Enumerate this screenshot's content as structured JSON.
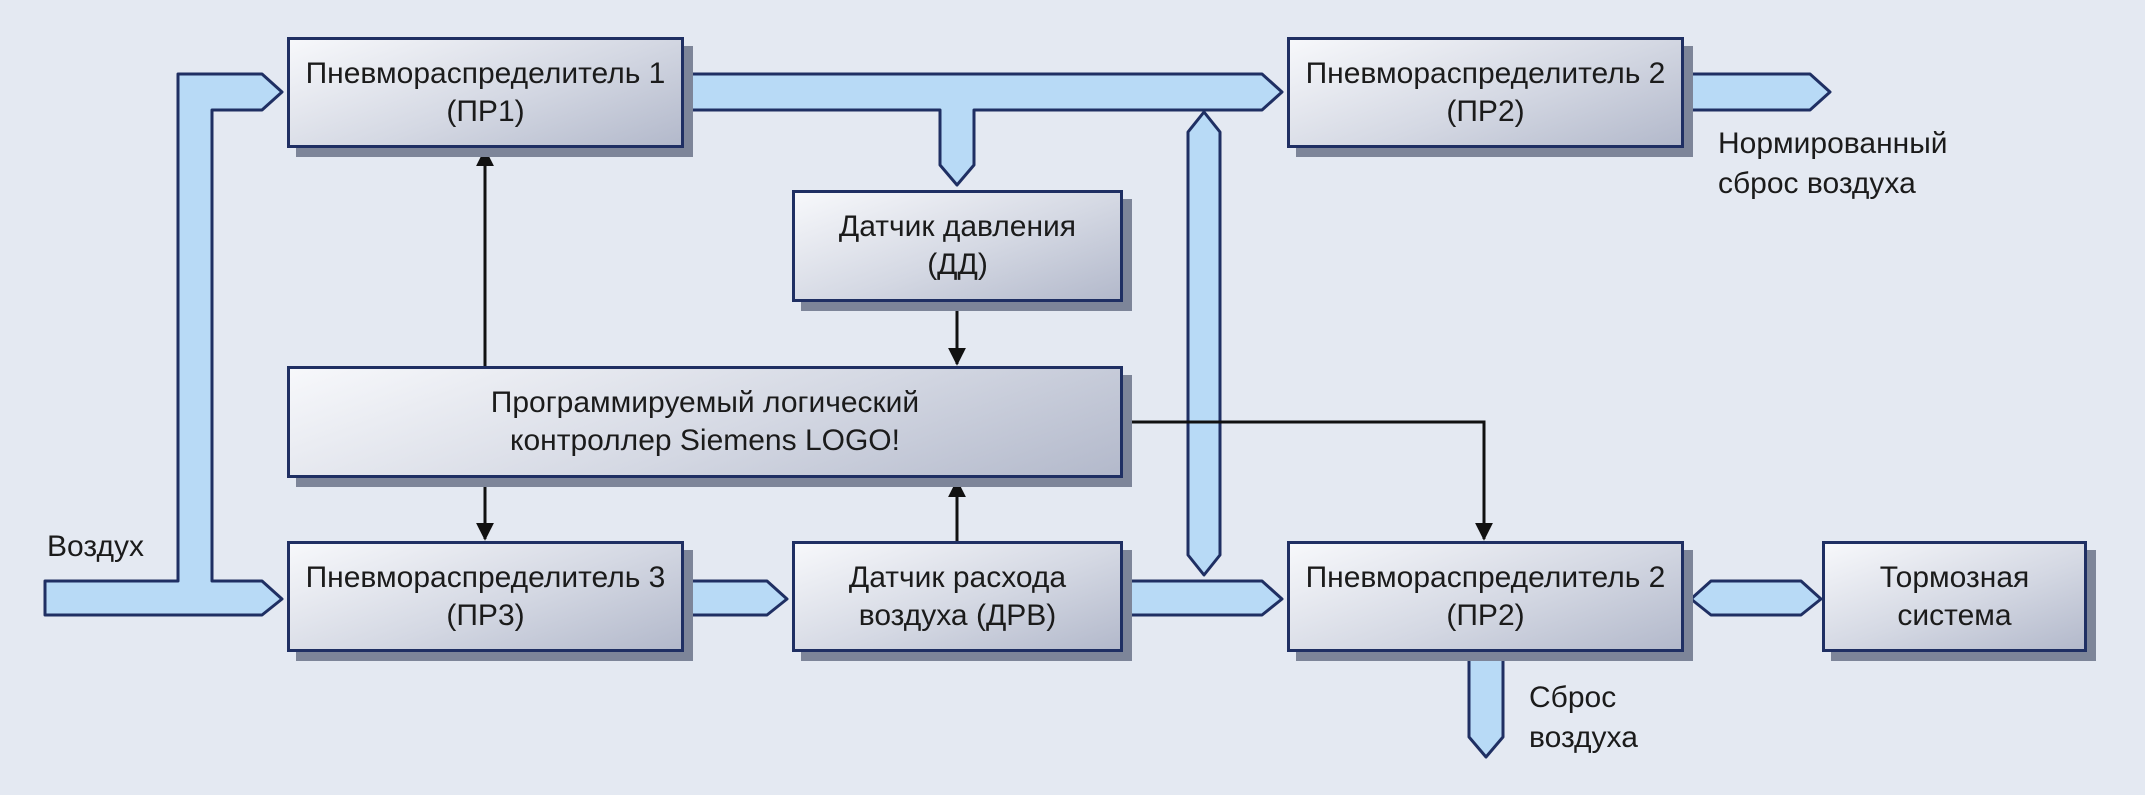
{
  "blocks": {
    "pr1": {
      "line1": "Пневмораспределитель 1",
      "line2": "(ПР1)"
    },
    "pr2_top": {
      "line1": "Пневмораспределитель 2",
      "line2": "(ПР2)"
    },
    "dd": {
      "line1": "Датчик давления",
      "line2": "(ДД)"
    },
    "plc": {
      "line1": "Программируемый логический",
      "line2": "контроллер Siemens LOGO!"
    },
    "pr3": {
      "line1": "Пневмораспределитель 3",
      "line2": "(ПР3)"
    },
    "drv": {
      "line1": "Датчик расхода",
      "line2": "воздуха (ДРВ)"
    },
    "pr2_bottom": {
      "line1": "Пневмораспределитель 2",
      "line2": "(ПР2)"
    },
    "brake": {
      "line1": "Тормозная",
      "line2": "система"
    }
  },
  "labels": {
    "air_in": "Воздух",
    "normalized_release_1": "Нормированный",
    "normalized_release_2": "сброс воздуха",
    "release_1": "Сброс",
    "release_2": "воздуха"
  },
  "colors": {
    "background": "#e4e9f2",
    "pipe_fill": "#b8daf6",
    "outline": "#1f2f63",
    "signal_line": "#111111"
  }
}
